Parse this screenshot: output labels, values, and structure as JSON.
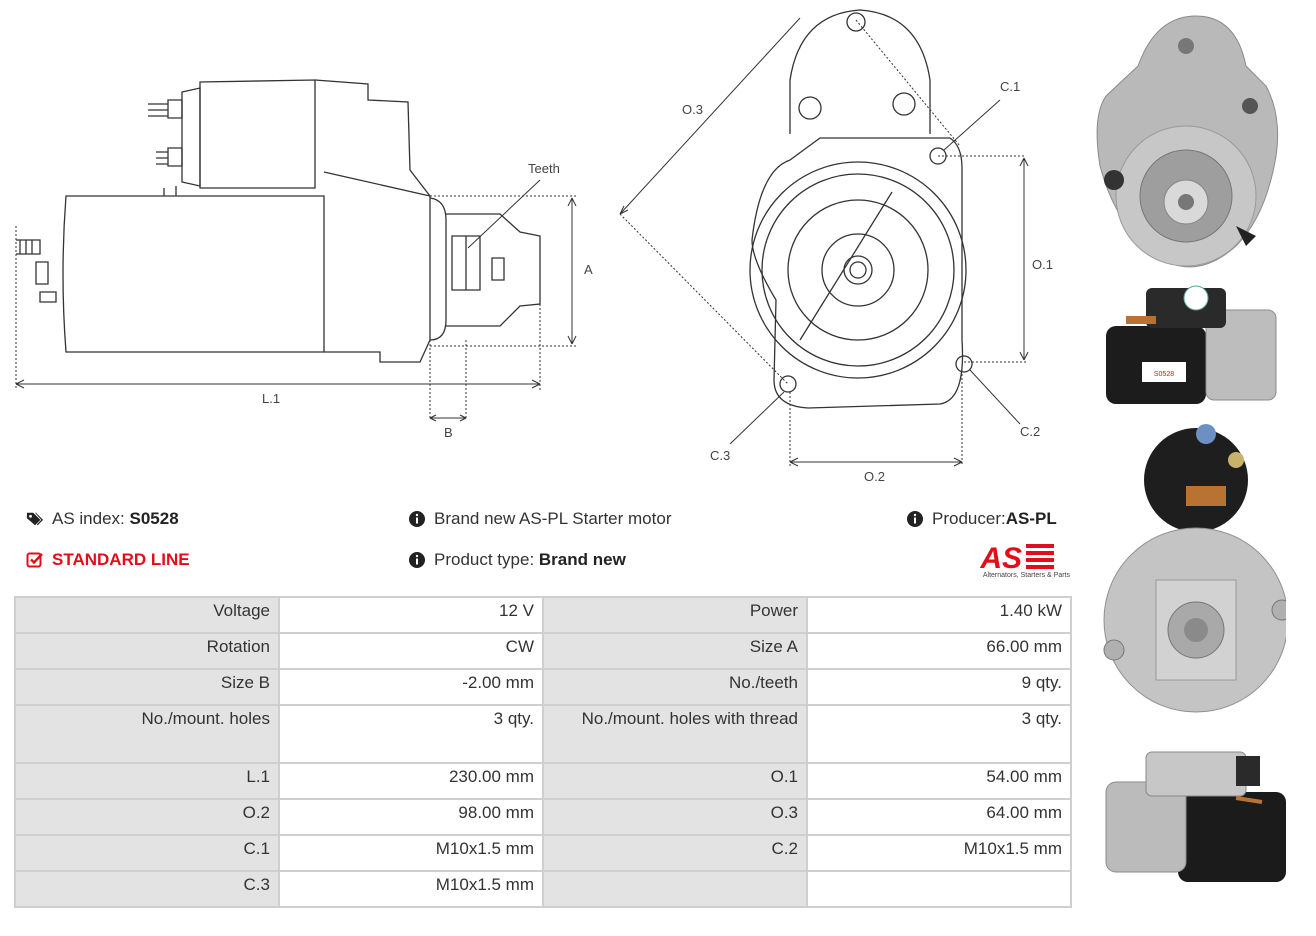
{
  "drawing_labels": {
    "teeth": "Teeth",
    "a": "A",
    "l1": "L.1",
    "b": "B",
    "o3": "O.3",
    "c1": "C.1",
    "o1": "O.1",
    "c2": "C.2",
    "c3": "C.3",
    "o2": "O.2"
  },
  "info": {
    "as_index_label": "AS index:",
    "as_index_value": "S0528",
    "description": "Brand new AS-PL Starter motor",
    "producer_label": "Producer:",
    "producer_value": "AS-PL",
    "standard_line": "STANDARD LINE",
    "product_type_label": "Product type:",
    "product_type_value": "Brand new"
  },
  "logo": {
    "text": "AS",
    "tagline": "Alternators, Starters & Parts"
  },
  "photos": {
    "label_model": "S0528"
  },
  "specs": [
    [
      {
        "k": "Voltage",
        "v": "12 V"
      },
      {
        "k": "Power",
        "v": "1.40 kW"
      }
    ],
    [
      {
        "k": "Rotation",
        "v": "CW"
      },
      {
        "k": "Size A",
        "v": "66.00 mm"
      }
    ],
    [
      {
        "k": "Size B",
        "v": "-2.00 mm"
      },
      {
        "k": "No./teeth",
        "v": "9 qty."
      }
    ],
    [
      {
        "k": "No./mount. holes",
        "v": "3 qty."
      },
      {
        "k": "No./mount. holes with thread",
        "v": "3 qty."
      }
    ],
    [
      {
        "k": "L.1",
        "v": "230.00 mm"
      },
      {
        "k": "O.1",
        "v": "54.00 mm"
      }
    ],
    [
      {
        "k": "O.2",
        "v": "98.00 mm"
      },
      {
        "k": "O.3",
        "v": "64.00 mm"
      }
    ],
    [
      {
        "k": "C.1",
        "v": "M10x1.5 mm"
      },
      {
        "k": "C.2",
        "v": "M10x1.5 mm"
      }
    ],
    [
      {
        "k": "C.3",
        "v": "M10x1.5 mm"
      },
      {
        "k": "",
        "v": ""
      }
    ]
  ],
  "colors": {
    "accent_red": "#e30d19",
    "table_key_bg": "#e3e3e3",
    "table_border": "#cfcfcf"
  }
}
